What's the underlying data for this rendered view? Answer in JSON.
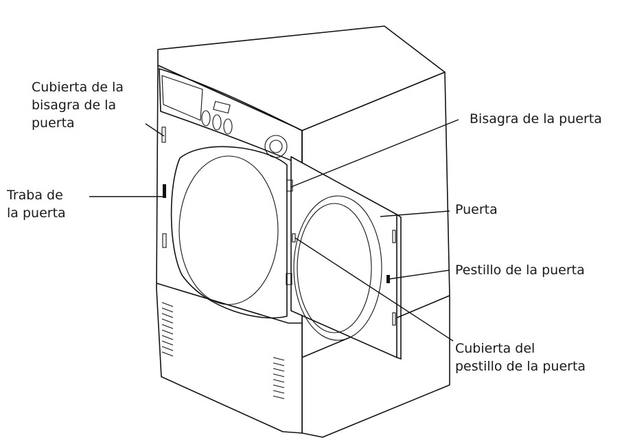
{
  "labels": {
    "hinge_cover": [
      "Cubierta de la",
      "bisagra de la",
      "puerta"
    ],
    "door_stop": [
      "Traba de",
      "la puerta"
    ],
    "door_hinge": "Bisagra de la puerta",
    "door": "Puerta",
    "door_latch": "Pestillo de la puerta",
    "latch_cover": [
      "Cubierta del",
      "pestillo de la puerta"
    ]
  }
}
